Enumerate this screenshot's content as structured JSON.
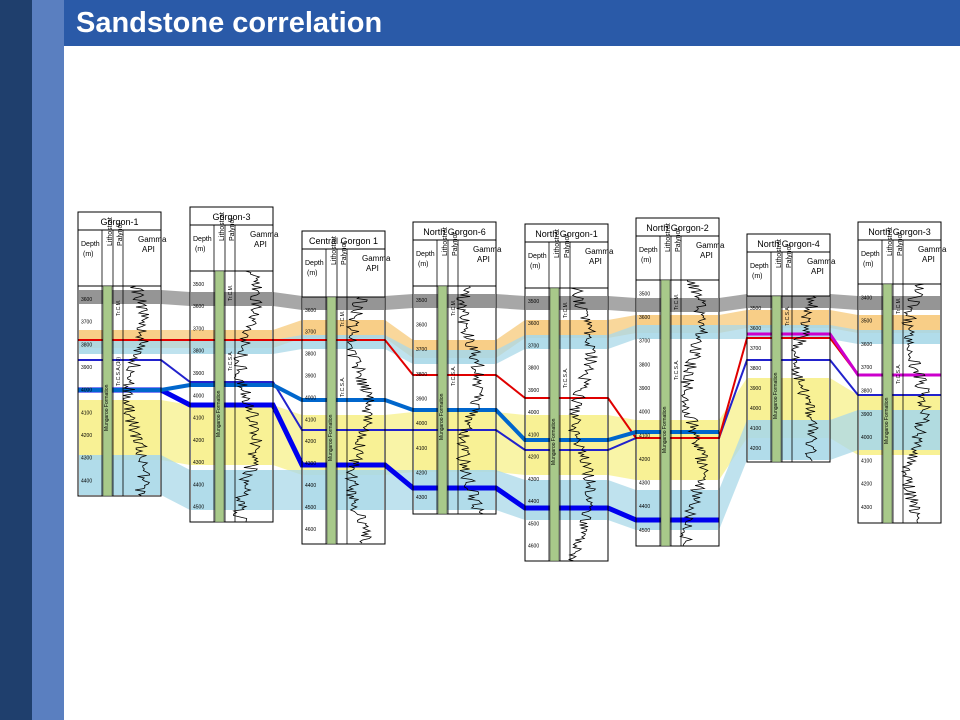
{
  "slide": {
    "title": "Sandstone correlation"
  },
  "header_labels": {
    "depth": "Depth",
    "depth_unit": "(m)",
    "lithostrat": "Lithostrat",
    "palynol": "Palynol.",
    "gamma": "Gamma",
    "gamma_unit": "API"
  },
  "formation_label": "Mungaroo Formation",
  "wells": [
    {
      "name": "Gorgon-1",
      "depths": [
        "3600",
        "3700",
        "3800",
        "3900",
        "4000",
        "4100",
        "4200",
        "4300",
        "4400"
      ],
      "zones": [
        "Tr.C.M.",
        "Tr.C.S.A.(10)"
      ]
    },
    {
      "name": "Gorgon-3",
      "depths": [
        "3500",
        "3600",
        "3700",
        "3800",
        "3900",
        "4000",
        "4100",
        "4200",
        "4300",
        "4400",
        "4500"
      ],
      "zones": [
        "Tr.C.M.",
        "Tr.C.S.A."
      ]
    },
    {
      "name": "Central Gorgon 1",
      "depths": [
        "3600",
        "3700",
        "3800",
        "3900",
        "4000",
        "4100",
        "4200",
        "4300",
        "4400",
        "4500",
        "4600"
      ],
      "zones": [
        "Tr.C.M.",
        "Tr.C.S.A."
      ]
    },
    {
      "name": "North Gorgon-6",
      "depths": [
        "3500",
        "3600",
        "3700",
        "3800",
        "3900",
        "4000",
        "4100",
        "4200",
        "4300"
      ],
      "zones": [
        "Tr.C.M.",
        "Tr.C.S.A."
      ]
    },
    {
      "name": "North Gorgon-1",
      "depths": [
        "3500",
        "3600",
        "3700",
        "3800",
        "3900",
        "4000",
        "4100",
        "4200",
        "4300",
        "4400",
        "4500",
        "4600"
      ],
      "zones": [
        "Tr.C.M.",
        "Tr.C.S.A."
      ]
    },
    {
      "name": "North Gorgon-2",
      "depths": [
        "3500",
        "3600",
        "3700",
        "3800",
        "3900",
        "4000",
        "4100",
        "4200",
        "4300",
        "4400",
        "4500"
      ],
      "zones": [
        "Tr.C.M.",
        "Tr.C.S.A."
      ]
    },
    {
      "name": "North Gorgon-4",
      "depths": [
        "3500",
        "3600",
        "3700",
        "3800",
        "3900",
        "4000",
        "4100",
        "4200"
      ],
      "zones": [
        "Tr.C.S.A."
      ]
    },
    {
      "name": "North Gorgon-3",
      "depths": [
        "3400",
        "3500",
        "3600",
        "3700",
        "3800",
        "3900",
        "4000",
        "4100",
        "4200",
        "4300"
      ],
      "zones": [
        "Tr.C.M.",
        "Tr.C.S.A."
      ]
    }
  ]
}
